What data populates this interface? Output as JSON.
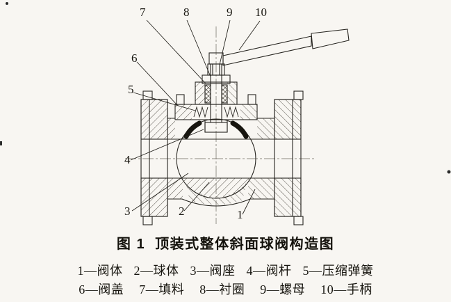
{
  "figure_caption": {
    "prefix": "图 1",
    "title": "顶装式整体斜面球阀构造图"
  },
  "callouts": [
    "7",
    "8",
    "9",
    "10",
    "6",
    "5",
    "4",
    "3",
    "2",
    "1"
  ],
  "legend": {
    "row1": [
      {
        "text": "1—阀体"
      },
      {
        "text": "2—球体"
      },
      {
        "text": "3—阀座"
      },
      {
        "text": "4—阀杆"
      },
      {
        "text": "5—压缩弹簧"
      }
    ],
    "row2": [
      {
        "text": "6—阀盖"
      },
      {
        "text": "7—填料"
      },
      {
        "text": "8—衬圈"
      },
      {
        "text": "9—螺母"
      },
      {
        "text": "10—手柄"
      }
    ]
  }
}
